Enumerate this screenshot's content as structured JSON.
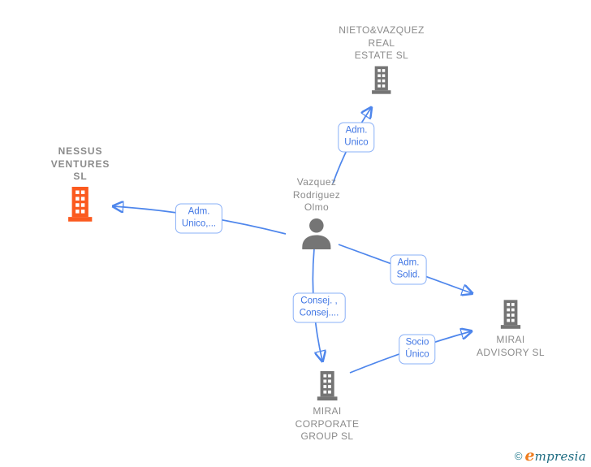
{
  "graph": {
    "nodes": [
      {
        "id": "nieto-vazquez-real-estate",
        "name": "NIETO&VAZQUEZ REAL ESTATE SL",
        "lines": [
          "NIETO&VAZQUEZ",
          "REAL",
          "ESTATE  SL"
        ],
        "icon": "building-icon",
        "highlighted": false
      },
      {
        "id": "nessus-ventures",
        "name": "NESSUS VENTURES SL",
        "lines": [
          "NESSUS",
          "VENTURES",
          "SL"
        ],
        "icon": "building-icon",
        "highlighted": true
      },
      {
        "id": "vazquez-rodriguez-olmo",
        "name": "Vazquez Rodriguez Olmo",
        "lines": [
          "Vazquez",
          "Rodriguez",
          "Olmo"
        ],
        "icon": "person-icon",
        "highlighted": false
      },
      {
        "id": "mirai-advisory",
        "name": "MIRAI ADVISORY SL",
        "lines": [
          "MIRAI",
          "ADVISORY SL"
        ],
        "icon": "building-icon",
        "highlighted": false
      },
      {
        "id": "mirai-corporate-group",
        "name": "MIRAI CORPORATE GROUP SL",
        "lines": [
          "MIRAI",
          "CORPORATE",
          "GROUP  SL"
        ],
        "icon": "building-icon",
        "highlighted": false
      }
    ],
    "edges": [
      {
        "from": "vazquez-rodriguez-olmo",
        "to": "nieto-vazquez-real-estate",
        "label": [
          "Adm.",
          "Unico"
        ]
      },
      {
        "from": "vazquez-rodriguez-olmo",
        "to": "nessus-ventures",
        "label": [
          "Adm.",
          "Unico,..."
        ]
      },
      {
        "from": "vazquez-rodriguez-olmo",
        "to": "mirai-advisory",
        "label": [
          "Adm.",
          "Solid."
        ]
      },
      {
        "from": "vazquez-rodriguez-olmo",
        "to": "mirai-corporate-group",
        "label": [
          "Consej. ,",
          "Consej...."
        ]
      },
      {
        "from": "mirai-corporate-group",
        "to": "mirai-advisory",
        "label": [
          "Socio",
          "Único"
        ]
      }
    ],
    "colors": {
      "edge_blue": "#4e86ec",
      "label_text_blue": "#4076e4",
      "label_border_blue": "#8ab0f7",
      "node_text_gray": "#8b8b8b",
      "icon_gray": "#757575",
      "icon_highlight_orange": "#fb5a1f",
      "background": "#ffffff"
    }
  },
  "watermark": {
    "copyright": "©",
    "brand": "Empresia",
    "brand_initial": "e",
    "brand_rest": "mpresia",
    "colors": {
      "copyright_teal": "#2b7f91",
      "initial_orange": "#ef7d1f",
      "rest_teal": "#1b6a80"
    }
  }
}
